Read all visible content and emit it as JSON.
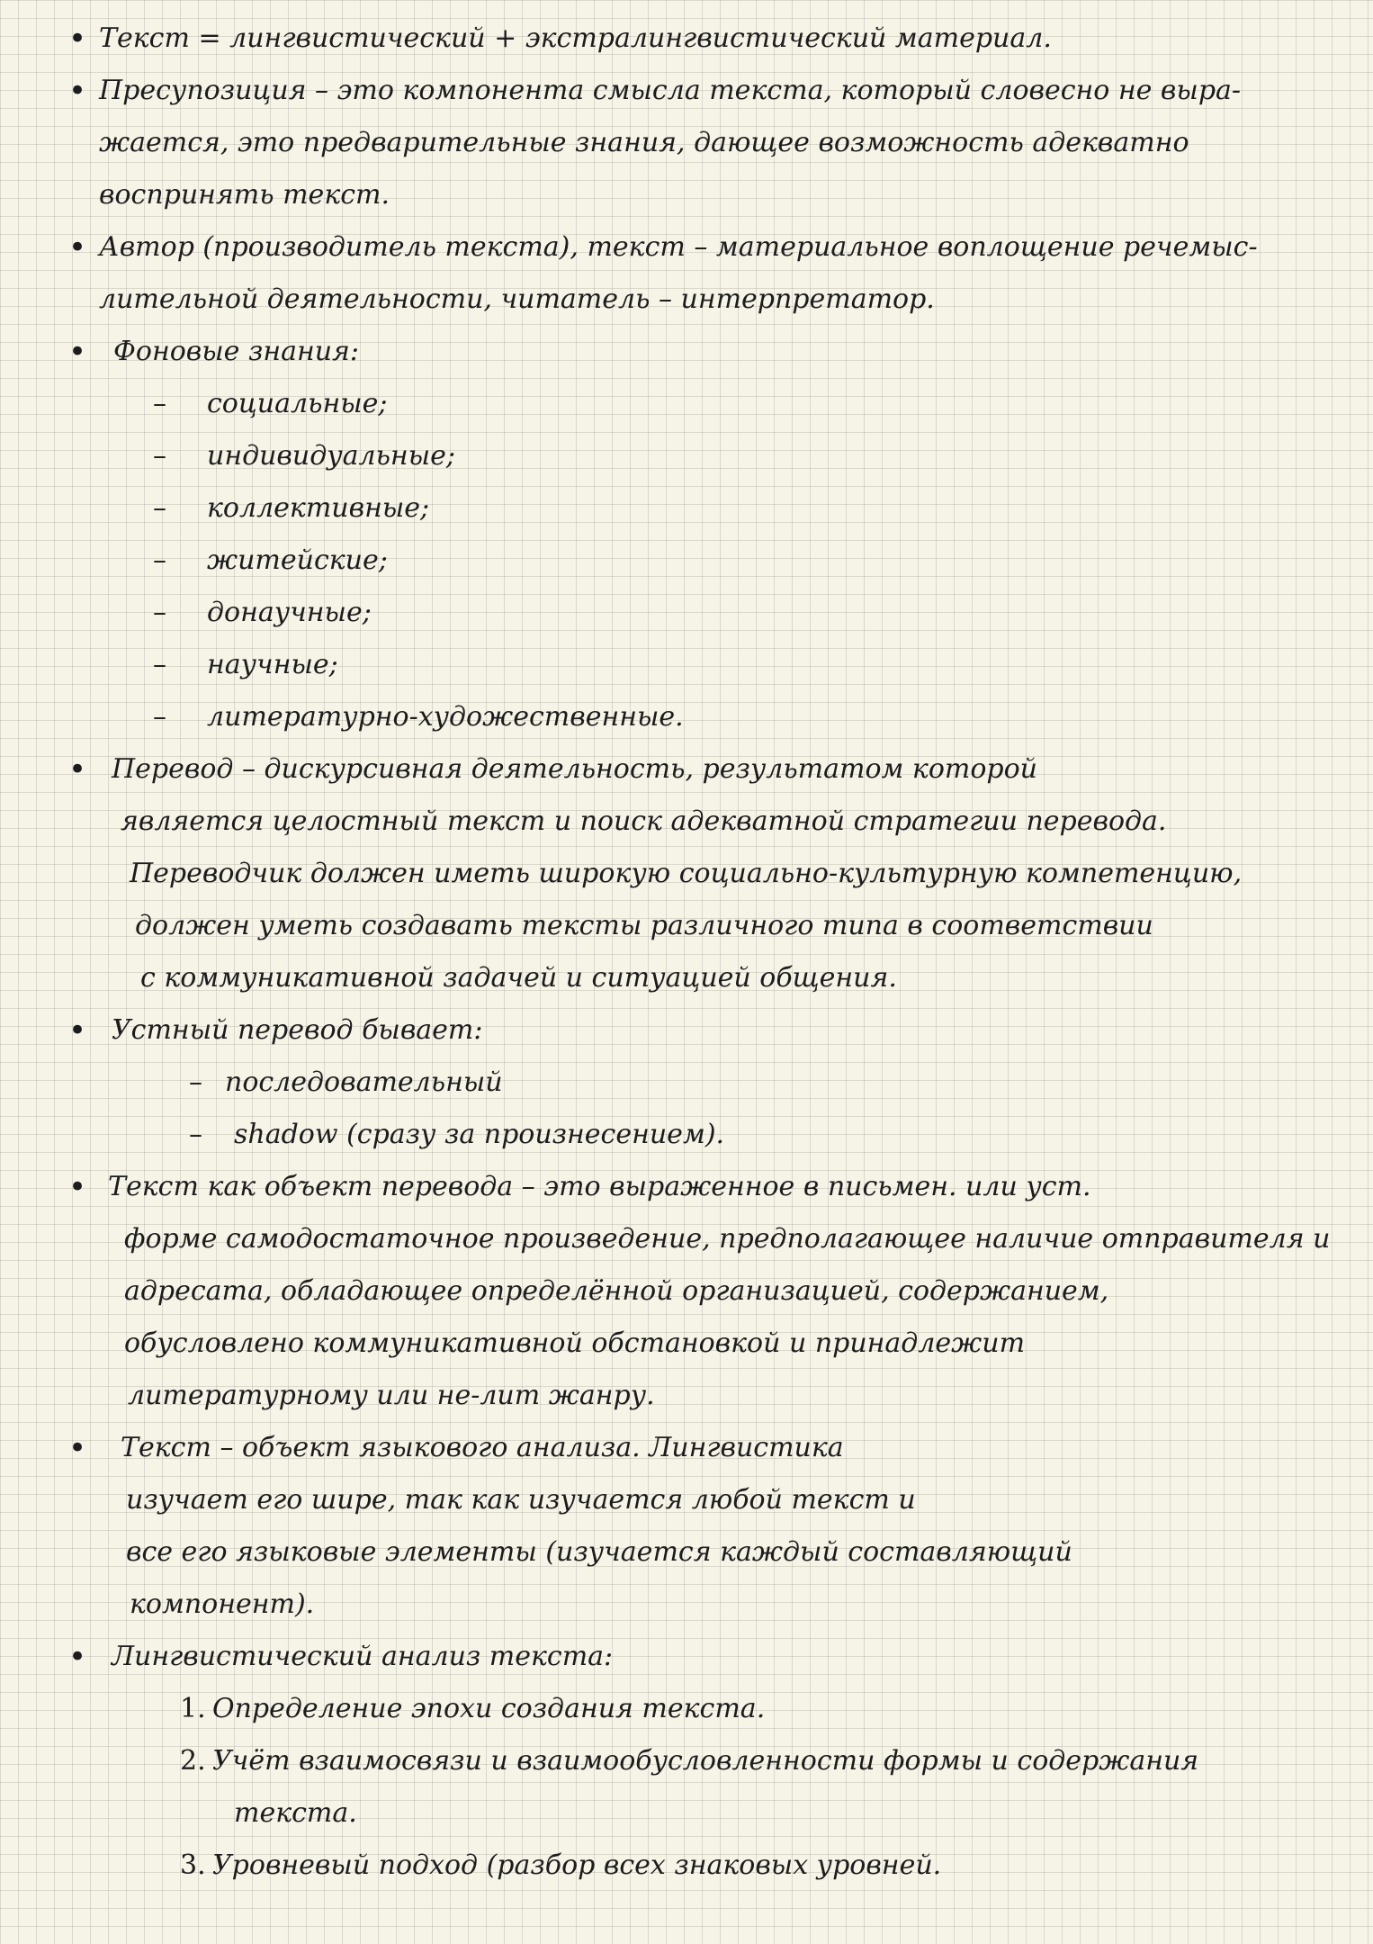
{
  "notes": [
    {
      "lines": [
        "Текст = лингвистический + экстралингвистический материал."
      ]
    },
    {
      "lines": [
        "Пресупозиция – это компонента смысла текста, который словесно не выра-",
        "жается, это предварительные знания, дающее возможность адекватно",
        "воспринять текст."
      ]
    },
    {
      "lines": [
        "Автор (производитель текста), текст – материальное воплощение речемыс-",
        "лительной деятельности, читатель – интерпретатор."
      ]
    },
    {
      "lines": [
        "Фоновые знания:"
      ],
      "items": [
        "социальные;",
        "индивидуальные;",
        "коллективные;",
        "житейские;",
        "донаучные;",
        "научные;",
        "литературно-художественные."
      ]
    },
    {
      "lines": [
        "Перевод – дискурсивная деятельность, результатом которой",
        "является целостный текст и поиск адекватной стратегии перевода.",
        "Переводчик должен иметь широкую социально-культурную компетенцию,",
        "должен уметь создавать тексты различного типа в соответствии",
        "с коммуникативной задачей и ситуацией общения."
      ]
    },
    {
      "lines": [
        "Устный перевод бывает:"
      ],
      "items": [
        "последовательный",
        "shadow (сразу за произнесением)."
      ]
    },
    {
      "lines": [
        "Текст как объект перевода – это выраженное в письмен. или уст.",
        "форме самодостаточное произведение, предполагающее наличие отправителя и",
        "адресата, обладающее определённой организацией, содержанием,",
        "обусловлено коммуникативной обстановкой и принадлежит",
        "литературному или не-лит жанру."
      ]
    },
    {
      "lines": [
        "Текст – объект языкового анализа. Лингвистика",
        "изучает его шире, так как изучается любой текст и",
        "все его языковые элементы (изучается каждый составляющий",
        "компонент)."
      ]
    },
    {
      "lines": [
        "Лингвистический анализ текста:"
      ],
      "numbered": [
        {
          "num": "1.",
          "text": "Определение эпохи создания текста."
        },
        {
          "num": "2.",
          "text": "Учёт взаимосвязи и взаимообусловленности формы и содержания",
          "cont": "текста."
        },
        {
          "num": "3.",
          "text": "Уровневый подход (разбор всех знаковых уровней."
        }
      ]
    }
  ]
}
